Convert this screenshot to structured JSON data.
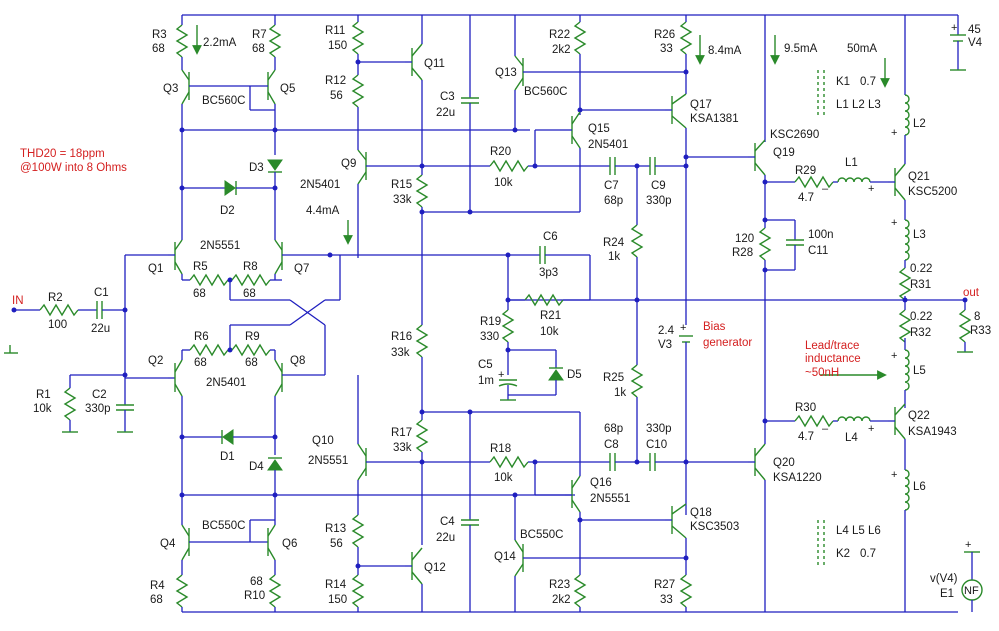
{
  "notes": {
    "thd_line1": "THD20 = 18ppm",
    "thd_line2": "@100W into 8 Ohms",
    "bias_line1": "Bias",
    "bias_line2": "generator",
    "lead_line1": "Lead/trace",
    "lead_line2": "inductance",
    "lead_line3": "~50nH",
    "in": "IN",
    "out": "out"
  },
  "currents": {
    "i_q3": "2.2mA",
    "i_q9": "4.4mA",
    "i_q17": "8.4mA",
    "i_q19": "9.5mA",
    "i_out": "50mA"
  },
  "coupling": {
    "k1": "K1",
    "k1_val": "0.7",
    "k1_list": "L1 L2 L3",
    "k2": "K2",
    "k2_val": "0.7",
    "k2_list": "L4 L5 L6"
  },
  "sources": {
    "v4_val": "45",
    "v4_name": "V4",
    "v3_val": "2.4",
    "v3_name": "V3",
    "e1_expr": "v(V4)",
    "e1_name": "E1",
    "e1_text": "NF"
  },
  "transistors": {
    "q1": "Q1",
    "q2": "Q2",
    "q3": "Q3",
    "q4": "Q4",
    "q5": "Q5",
    "q6": "Q6",
    "q7": "Q7",
    "q8": "Q8",
    "q9": "Q9",
    "q10": "Q10",
    "q11": "Q11",
    "q12": "Q12",
    "q13": "Q13",
    "q14": "Q14",
    "q15": "Q15",
    "q16": "Q16",
    "q17": "Q17",
    "q18": "Q18",
    "q19": "Q19",
    "q20": "Q20",
    "q21": "Q21",
    "q22": "Q22",
    "t_2n5551_a": "2N5551",
    "t_2n5401_a": "2N5401",
    "t_2n5401_q9": "2N5401",
    "t_2n5551_q10": "2N5551",
    "t_bc560c_q3": "BC560C",
    "t_bc560c_q13": "BC560C",
    "t_bc550c_q4": "BC550C",
    "t_bc550c_q14": "BC550C",
    "t_2n5401_q15": "2N5401",
    "t_2n5551_q16": "2N5551",
    "t_ksa1381": "KSA1381",
    "t_ksc3503": "KSC3503",
    "t_ksc2690": "KSC2690",
    "t_ksa1220": "KSA1220",
    "t_ksc5200": "KSC5200",
    "t_ksa1943": "KSA1943"
  },
  "resistors": {
    "r1": "R1",
    "r1v": "10k",
    "r2": "R2",
    "r2v": "100",
    "r3": "R3",
    "r3v": "68",
    "r4": "R4",
    "r4v": "68",
    "r5": "R5",
    "r5v": "68",
    "r6": "R6",
    "r6v": "68",
    "r7": "R7",
    "r7v": "68",
    "r8": "R8",
    "r8v": "68",
    "r9": "R9",
    "r9v": "68",
    "r10": "R10",
    "r10v": "68",
    "r11": "R11",
    "r11v": "150",
    "r12": "R12",
    "r12v": "56",
    "r13": "R13",
    "r13v": "56",
    "r14": "R14",
    "r14v": "150",
    "r15": "R15",
    "r15v": "33k",
    "r16": "R16",
    "r16v": "33k",
    "r17": "R17",
    "r17v": "33k",
    "r18": "R18",
    "r18v": "10k",
    "r19": "R19",
    "r19v": "330",
    "r20": "R20",
    "r20v": "10k",
    "r21": "R21",
    "r21v": "10k",
    "r22": "R22",
    "r22v": "2k2",
    "r23": "R23",
    "r23v": "2k2",
    "r24": "R24",
    "r24v": "1k",
    "r25": "R25",
    "r25v": "1k",
    "r26": "R26",
    "r26v": "33",
    "r27": "R27",
    "r27v": "33",
    "r28": "R28",
    "r28v": "120",
    "r29": "R29",
    "r29v": "4.7",
    "r30": "R30",
    "r30v": "4.7",
    "r31": "R31",
    "r31v": "0.22",
    "r32": "R32",
    "r32v": "0.22",
    "r33": "R33",
    "r33v": "8"
  },
  "capacitors": {
    "c1": "C1",
    "c1v": "22u",
    "c2": "C2",
    "c2v": "330p",
    "c3": "C3",
    "c3v": "22u",
    "c4": "C4",
    "c4v": "22u",
    "c5": "C5",
    "c5v": "1m",
    "c6": "C6",
    "c6v": "3p3",
    "c7": "C7",
    "c7v": "68p",
    "c8": "C8",
    "c8v": "68p",
    "c9": "C9",
    "c9v": "330p",
    "c10": "C10",
    "c10v": "330p",
    "c11": "C11",
    "c11v": "100n"
  },
  "inductors": {
    "l1": "L1",
    "l2": "L2",
    "l3": "L3",
    "l4": "L4",
    "l5": "L5",
    "l6": "L6"
  },
  "diodes": {
    "d1": "D1",
    "d2": "D2",
    "d3": "D3",
    "d4": "D4",
    "d5": "D5"
  },
  "signs": {
    "plus": "+",
    "minus": "–"
  }
}
